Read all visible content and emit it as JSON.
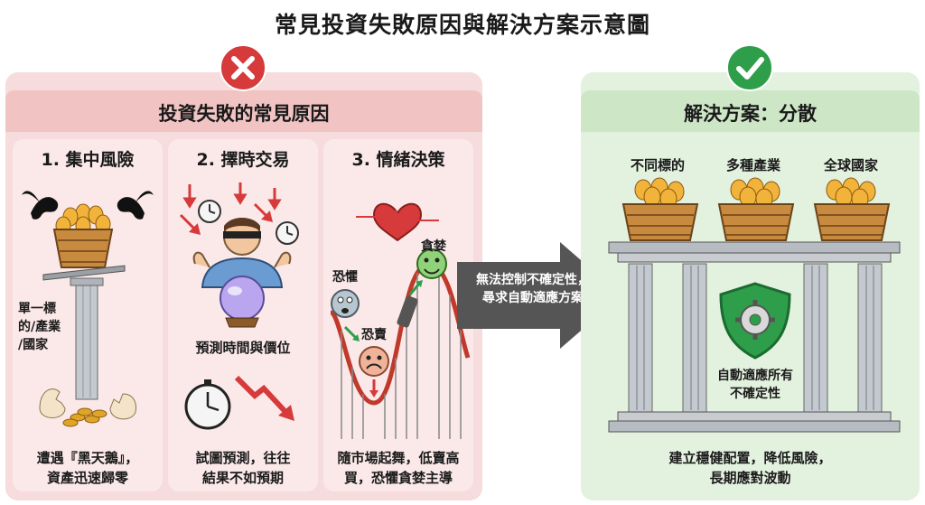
{
  "title": "常見投資失敗原因與解決方案示意圖",
  "left": {
    "heading": "投資失敗的常見原因",
    "cards": [
      {
        "title": "1. 集中風險",
        "side_label": "單一標\n的/產業\n/國家",
        "caption": "遭遇『黑天鵝』，\n資產迅速歸零"
      },
      {
        "title": "2. 擇時交易",
        "mid_caption": "預測時間與價位",
        "caption": "試圖預測，往往\n結果不如預期"
      },
      {
        "title": "3. 情緒決策",
        "greed": "貪婪",
        "fear": "恐懼",
        "panic_sell": "恐賣",
        "caption": "隨市場起舞，低賣高\n買，恐懼貪婪主導"
      }
    ]
  },
  "arrow": {
    "text": "無法控制不確定性，\n尋求自動適應方案"
  },
  "right": {
    "heading": "解決方案：分散",
    "baskets": [
      "不同標的",
      "多種產業",
      "全球國家"
    ],
    "shield_caption": "自動適應所有\n不確定性",
    "caption": "建立穩健配置，降低風險，\n長期應對波動"
  },
  "colors": {
    "bad": "#d63a3a",
    "good": "#2e9e4a",
    "arrow": "#555555"
  }
}
